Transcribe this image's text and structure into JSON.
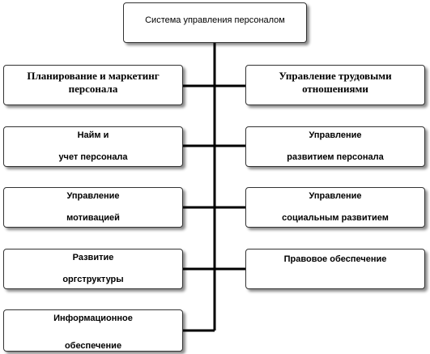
{
  "root": {
    "label": "Система управления  персоналом"
  },
  "left": [
    {
      "line1": "Планирование и маркетинг",
      "line2": "персонала"
    },
    {
      "line1": "Найм и",
      "line2": "учет персонала"
    },
    {
      "line1": "Управление",
      "line2": "мотивацией"
    },
    {
      "line1": "Развитие",
      "line2": "оргструктуры"
    },
    {
      "line1": "Информационное",
      "line2": "обеспечение"
    }
  ],
  "right": [
    {
      "line1": "Управление трудовыми",
      "line2": "отношениями"
    },
    {
      "line1": "Управление",
      "line2": "развитием персонала"
    },
    {
      "line1": "Управление",
      "line2": "социальным развитием"
    },
    {
      "line1": "Правовое обеспечение"
    }
  ]
}
